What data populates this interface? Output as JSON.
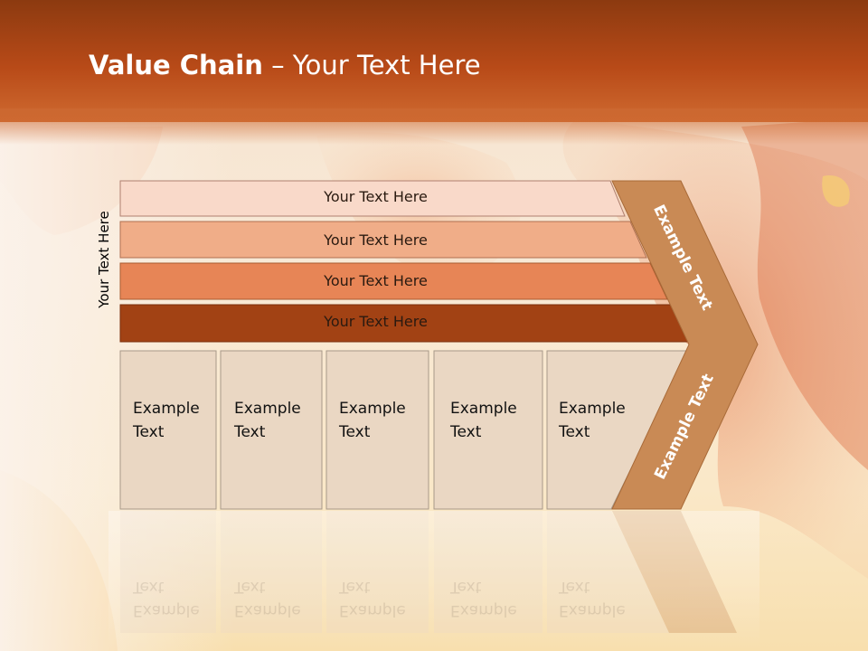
{
  "title": {
    "bold": "Value Chain",
    "rest": " – Your Text Here"
  },
  "side_label": "Your Text Here",
  "rows": [
    {
      "label": "Your Text Here",
      "fill": "#f9d9c9"
    },
    {
      "label": "Your Text Here",
      "fill": "#f0ad88"
    },
    {
      "label": "Your Text Here",
      "fill": "#e78556"
    },
    {
      "label": "Your Text Here",
      "fill": "#a24214"
    }
  ],
  "boxes": [
    {
      "line1": "Example",
      "line2": "Text"
    },
    {
      "line1": "Example",
      "line2": "Text"
    },
    {
      "line1": "Example",
      "line2": "Text"
    },
    {
      "line1": "Example",
      "line2": "Text"
    },
    {
      "line1": "Example",
      "line2": "Text"
    }
  ],
  "chevron": {
    "upper_label": "Example Text",
    "lower_label": "Example Text",
    "fill": "#c98a55"
  },
  "colors": {
    "box_fill": "#ead7c3",
    "box_stroke": "#a89888",
    "title_bar": "#b84a18"
  }
}
